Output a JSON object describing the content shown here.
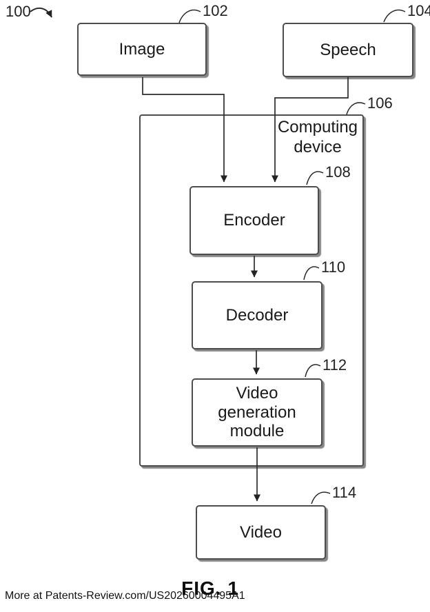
{
  "figure": {
    "diagram_ref": "100",
    "caption": "FIG. 1",
    "watermark": "More at Patents-Review.com/US20260004495A1"
  },
  "nodes": {
    "image": {
      "label": "Image",
      "ref": "102"
    },
    "speech": {
      "label": "Speech",
      "ref": "104"
    },
    "computing_device": {
      "label": "Computing device",
      "ref": "106"
    },
    "encoder": {
      "label": "Encoder",
      "ref": "108"
    },
    "decoder": {
      "label": "Decoder",
      "ref": "110"
    },
    "video_generation_module": {
      "label": "Video generation module",
      "ref": "112"
    },
    "video": {
      "label": "Video",
      "ref": "114"
    }
  },
  "edges": [
    {
      "from": "Image",
      "to": "Encoder"
    },
    {
      "from": "Speech",
      "to": "Encoder"
    },
    {
      "from": "Encoder",
      "to": "Decoder"
    },
    {
      "from": "Decoder",
      "to": "Video generation module"
    },
    {
      "from": "Video generation module",
      "to": "Video"
    }
  ],
  "colors": {
    "line": "#2b2b2b",
    "box_border": "#4d4d4d",
    "box_fill": "#ffffff",
    "text": "#1a1a1a"
  }
}
